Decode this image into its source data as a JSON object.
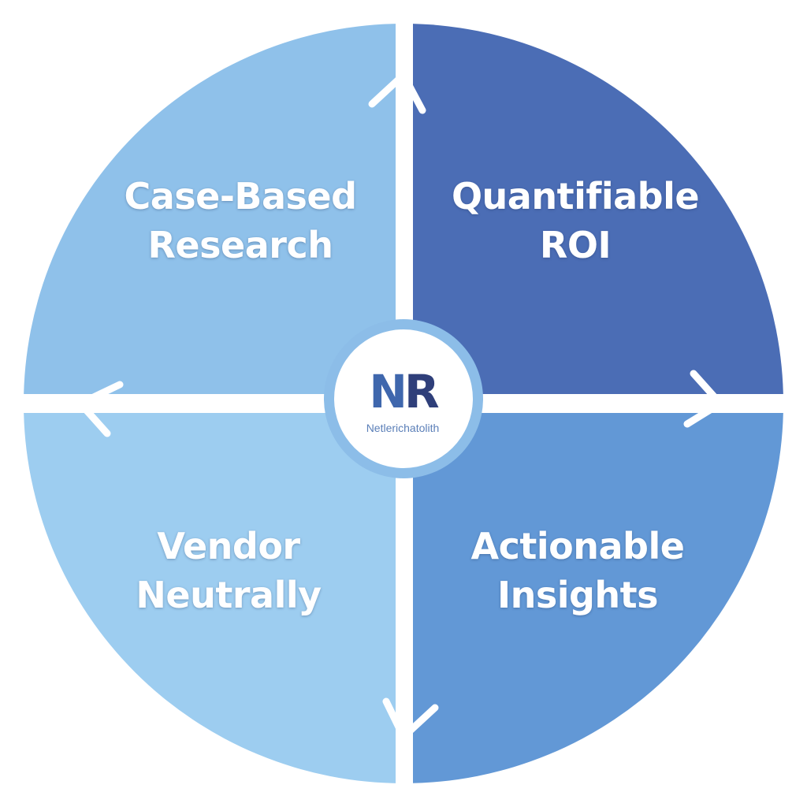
{
  "diagram": {
    "quadrants": [
      {
        "id": "top-left",
        "lines": [
          "Case-Based",
          "Research"
        ],
        "color": "#8fc1ea"
      },
      {
        "id": "top-right",
        "lines": [
          "Quantifiable",
          "ROI"
        ],
        "color": "#4b6db5"
      },
      {
        "id": "bottom-left",
        "lines": [
          "Vendor",
          "Neutrally"
        ],
        "color": "#9dcdf0"
      },
      {
        "id": "bottom-right",
        "lines": [
          "Actionable",
          "Insights"
        ],
        "color": "#6298d6"
      }
    ],
    "hub": {
      "logo_letter_1": "N",
      "logo_letter_2": "R",
      "logo_text": "Netlerichatolith",
      "ring_color": "#8cbde8",
      "inner_color": "#ffffff"
    },
    "arrow_icons": [
      "arrow-up-icon",
      "arrow-right-icon",
      "arrow-down-icon",
      "arrow-left-icon"
    ],
    "divider_color": "#ffffff"
  }
}
